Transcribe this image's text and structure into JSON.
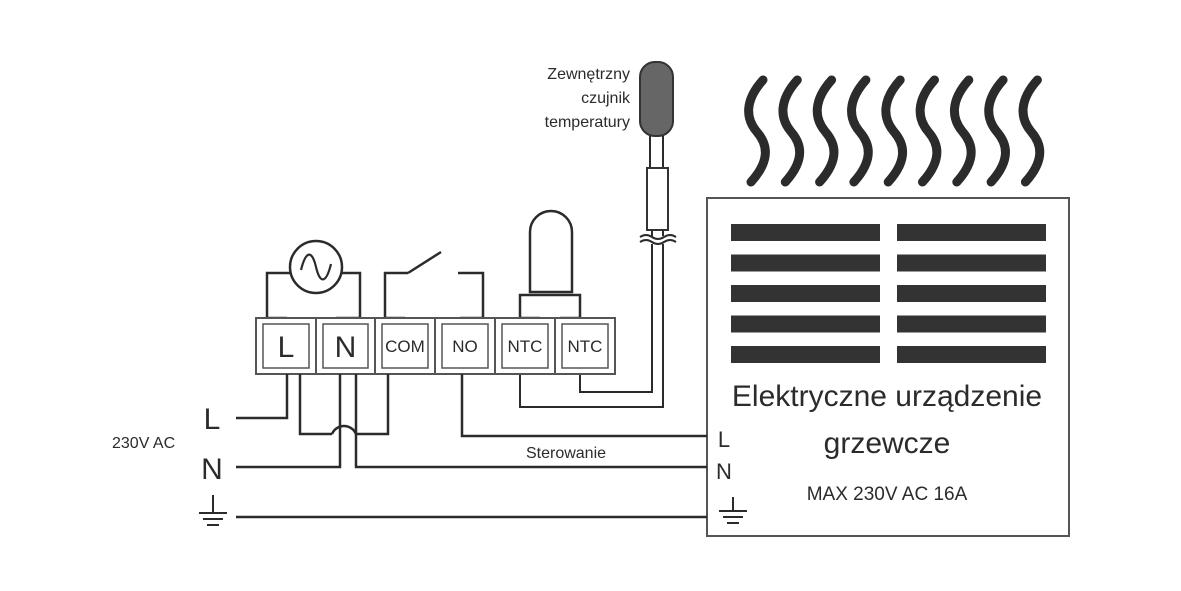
{
  "sensor": {
    "label_lines": [
      "Zewnętrzny",
      "czujnik",
      "temperatury"
    ]
  },
  "terminals": [
    "L",
    "N",
    "COM",
    "NO",
    "NTC",
    "NTC"
  ],
  "supply": {
    "voltage_label": "230V AC",
    "line_label": "L",
    "neutral_label": "N",
    "ground_icon": "ground-icon"
  },
  "control_label": "Sterowanie",
  "heater": {
    "title_line1": "Elektryczne urządzenie",
    "title_line2": "grzewcze",
    "rating": "MAX 230V AC 16A",
    "line_label": "L",
    "neutral_label": "N",
    "ground_icon": "ground-icon",
    "heat_icon": "heat-waves-icon"
  },
  "colors": {
    "line": "#2b2b2b",
    "heating_bars": "#333333",
    "sensor_body": "#666666"
  }
}
